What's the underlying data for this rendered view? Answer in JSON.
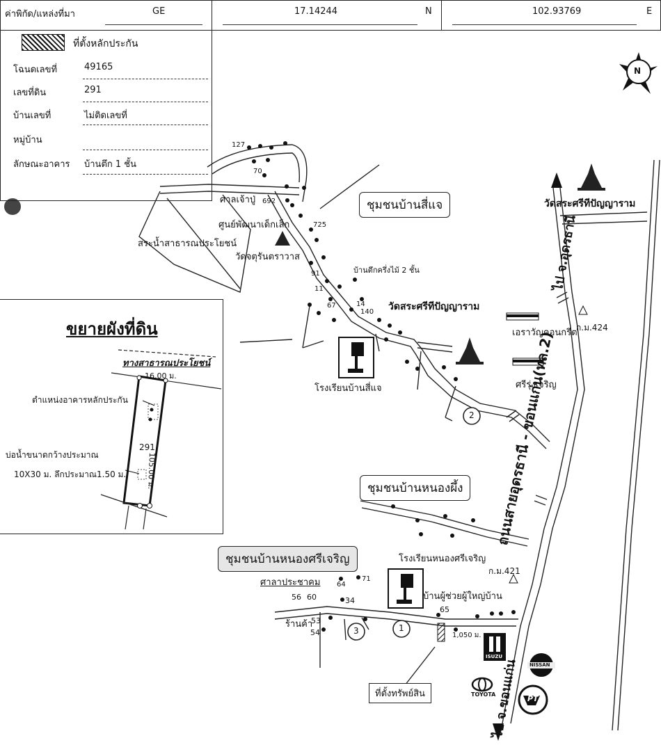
{
  "header": {
    "coord_label": "ค่าพิกัด/แหล่งที่มา",
    "source": "GE",
    "lat": "17.14244",
    "lat_unit": "N",
    "lon": "102.93769",
    "lon_unit": "E"
  },
  "legend": {
    "marker_label": "ที่ตั้งหลักประกัน",
    "rows": [
      {
        "label": "โฉนดเลขที่",
        "value": "49165"
      },
      {
        "label": "เลขที่ดิน",
        "value": "291"
      },
      {
        "label": "บ้านเลขที่",
        "value": "ไม่ติดเลขที่"
      },
      {
        "label": "หมู่บ้าน",
        "value": ""
      },
      {
        "label": "ลักษณะอาคาร",
        "value": "บ้านตึก 1 ชั้น"
      }
    ]
  },
  "plot": {
    "title": "ขยายผังที่ดิน",
    "road": "ทางสาธารณประโยชน์",
    "width_label": "16.00 ม.",
    "length_label": "105.00 ม.",
    "parcel_no": "291",
    "building_label": "ตำแหน่งอาคารหลักประกัน",
    "pond_label_1": "บ่อน้ำขนาดกว้างประมาณ",
    "pond_label_2": "10X30 ม. ลึกประมาณ1.50 ม."
  },
  "map": {
    "community_1": "ชุมชนบ้านสี่แจ",
    "community_2": "ชุมชนบ้านหนองผึ้ง",
    "community_3": "ชุมชนบ้านหนองศรีเจริญ",
    "shrine": "ศาลเจ้าปู่",
    "child_center": "ศูนย์พัฒนาเด็กเล็ก",
    "pond": "สระน้ำสาธารณประโยชน์",
    "temple_1": "วัดจตุรันตราวาส",
    "house_label": "บ้านตึกครึ่งไม้ 2 ชั้น",
    "temple_2": "วัดสระศรีทีปัญญาราม",
    "temple_2_top": "วัดสระศรีทีปัญญาราม",
    "school_1": "โรงเรียนบ้านสี่แจ",
    "school_2": "โรงเรียนหนองศรีเจริญ",
    "shop_1": "เอราวัญคอนกรีต",
    "shop_2": "ศรีรุ่งเจริญ",
    "km_1": "ก.ม.424",
    "km_2": "ก.ม.421",
    "hall": "ศาลาประชาคม",
    "village_head": "บ้านผู้ช่วยผู้ใหญ่บ้าน",
    "store": "ร้านค้า",
    "distance": "1,050 ม.",
    "property": "ที่ตั้งทรัพย์สิน",
    "highway": "ถนนสายอุดรธานี - ขอนแก่น(ทล.2)",
    "to_udon": "ไป จ.อุดรธานี",
    "to_khonkaen": "ไป จ.ขอนแก่น",
    "route_1": "1",
    "route_2": "2",
    "route_3": "3",
    "num_127": "127",
    "num_70": "70",
    "num_692": "692",
    "num_725": "725",
    "num_91": "91",
    "num_11": "11",
    "num_67": "67",
    "num_14": "14",
    "num_140": "140",
    "num_71": "71",
    "num_64": "64",
    "num_56": "56",
    "num_60": "60",
    "num_34": "34",
    "num_53": "53",
    "num_54": "54",
    "num_65": "65",
    "brand_isuzu": "ISUZU",
    "brand_nissan": "NISSAN",
    "brand_toyota": "TOYOTA",
    "brand_pt": "PT",
    "compass": "N"
  }
}
